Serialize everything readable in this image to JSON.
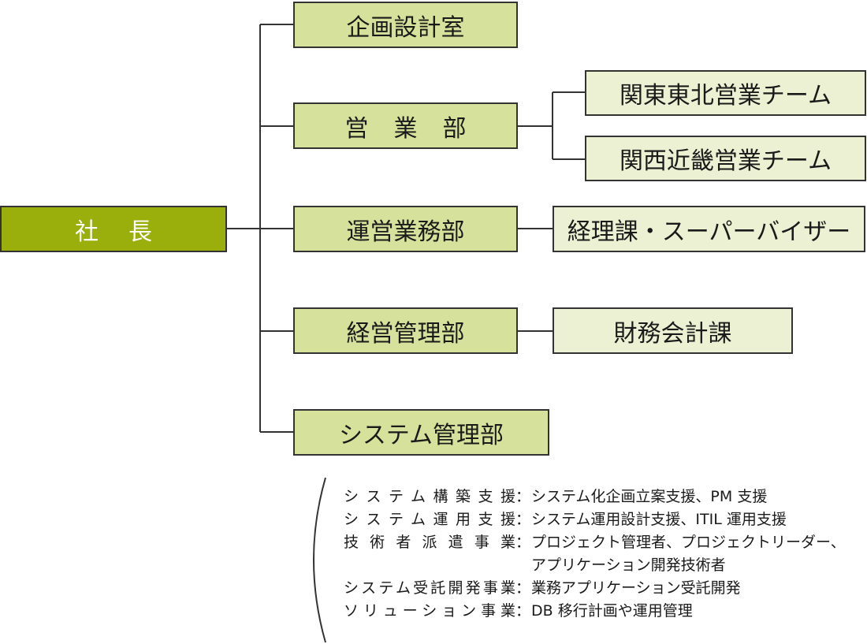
{
  "org": {
    "root": "社長",
    "departments": [
      {
        "label": "企画設計室",
        "teams": []
      },
      {
        "label": "営業部",
        "teams": [
          "関東東北営業チーム",
          "関西近畿営業チーム"
        ]
      },
      {
        "label": "運営業務部",
        "teams": [
          "経理課・スーパーバイザー"
        ]
      },
      {
        "label": "経営管理部",
        "teams": [
          "財務会計課"
        ]
      },
      {
        "label": "システム管理部",
        "teams": []
      }
    ]
  },
  "notes": {
    "colon": "：",
    "items": [
      {
        "label": "システム構築支援",
        "text": [
          "システム化企画立案支援、PM 支援"
        ]
      },
      {
        "label": "システム運用支援",
        "text": [
          "システム運用設計支援、ITIL 運用支援"
        ]
      },
      {
        "label": "技術者派遣事業",
        "text": [
          "プロジェクト管理者、プロジェクトリーダー、",
          "アプリケーション開発技術者"
        ]
      },
      {
        "label": "システム受託開発事業",
        "text": [
          "業務アプリケーション受託開発"
        ]
      },
      {
        "label": "ソリューション事業",
        "text": [
          "DB 移行計画や運用管理"
        ]
      }
    ]
  },
  "colors": {
    "root_fill": "#9aae0c",
    "department_fill": "#d6e29b",
    "team_fill": "#edf1d3",
    "line": "#333333"
  }
}
